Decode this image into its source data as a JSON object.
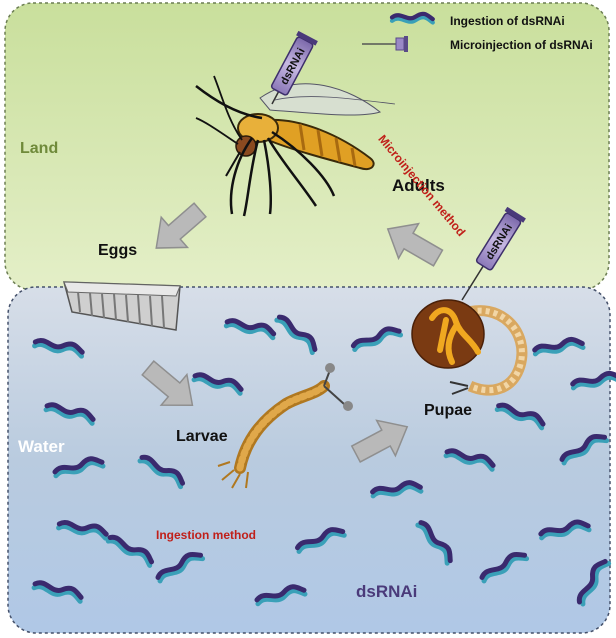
{
  "legend": {
    "ingestion": "Ingestion of dsRNAi",
    "microinjection": "Microinjection of dsRNAi"
  },
  "regions": {
    "land": "Land",
    "water": "Water"
  },
  "stages": {
    "adults": "Adults",
    "eggs": "Eggs",
    "larvae": "Larvae",
    "pupae": "Pupae"
  },
  "methods": {
    "microinjection": "Microinjection method",
    "ingestion": "Ingestion method"
  },
  "labels": {
    "syringe": "dsRNAi",
    "dsrnai_water": "dsRNAi"
  },
  "colors": {
    "land_fill": "#cfe3a4",
    "water_fill": "#c2d2e2",
    "dsrna_dark": "#3a2a6e",
    "dsrna_teal": "#3aa0b8",
    "method_text": "#c0201a",
    "land_text": "#6f8a3a",
    "arrow_fill": "#b9b9b9"
  },
  "icons": {
    "dsrna": "dsrna-strand-icon",
    "syringe": "syringe-icon",
    "mosquito": "mosquito-icon",
    "eggs": "egg-raft-icon",
    "larva": "larva-icon",
    "pupa": "pupa-icon",
    "arrow": "arrow-icon"
  }
}
